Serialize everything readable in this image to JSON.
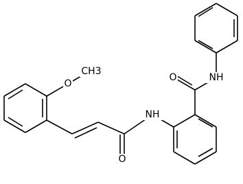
{
  "diagram": {
    "type": "chemical-structure",
    "atom_labels": {
      "methoxy_oxygen": "O",
      "methoxy_carbon": "CH3",
      "amide_nh_top": "NH",
      "amide_o_top": "O",
      "amide_nh_mid": "NH",
      "amide_o_bottom": "O"
    },
    "colors": {
      "bond": "#000000",
      "label": "#000000",
      "background": "#ffffff"
    }
  }
}
